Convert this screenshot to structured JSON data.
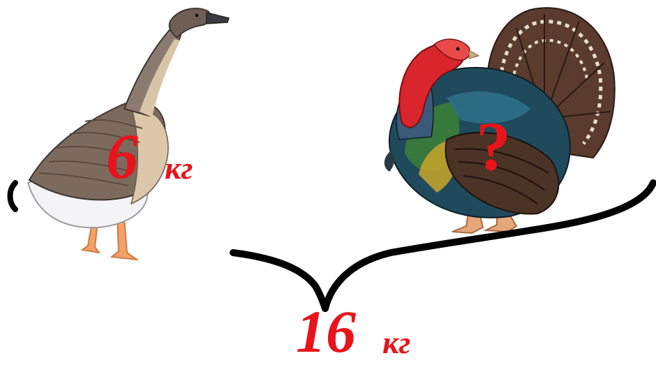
{
  "goose": {
    "weight_value": "6",
    "weight_unit": "кг"
  },
  "turkey": {
    "weight_value": "?"
  },
  "total": {
    "weight_value": "16",
    "weight_unit": "кг"
  },
  "colors": {
    "label": "#e8141b",
    "brace": "#000000"
  }
}
